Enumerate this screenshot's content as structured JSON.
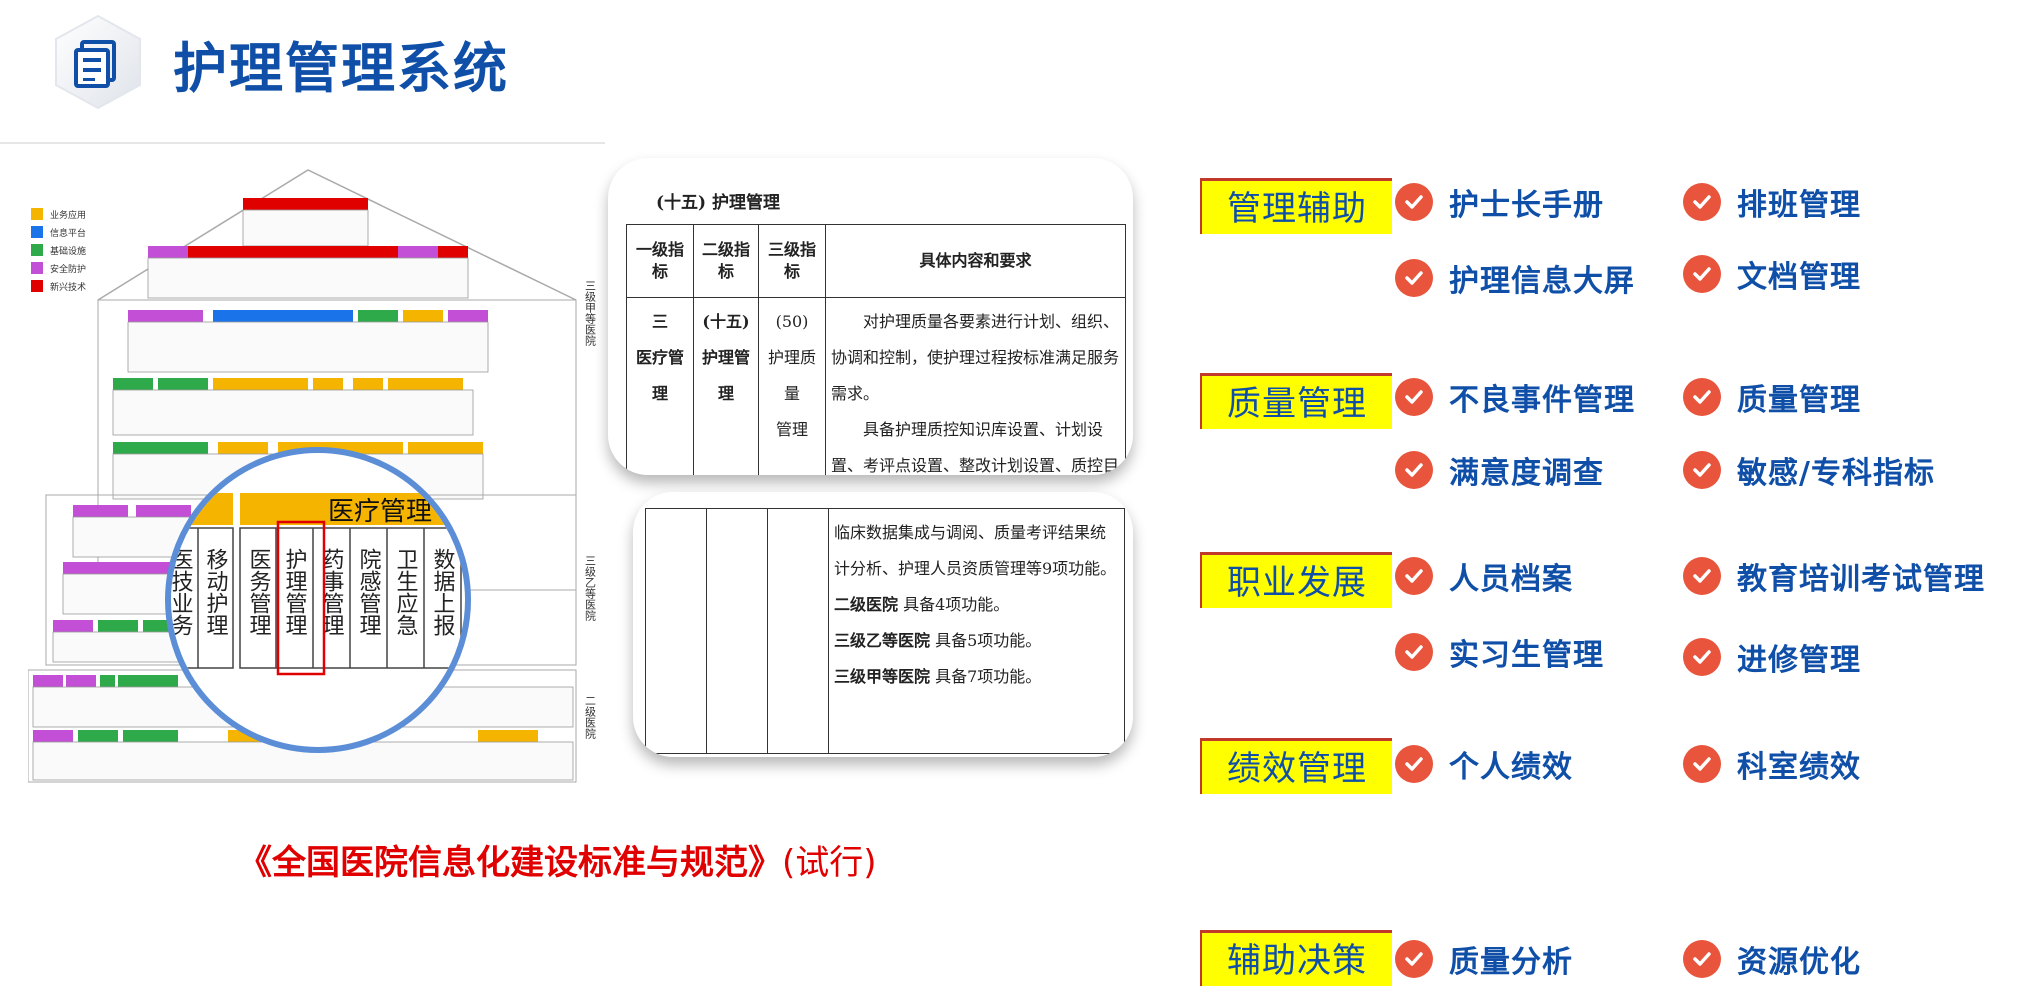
{
  "header": {
    "title": "护理管理系统"
  },
  "figure": {
    "caption_main": "《全国医院信息化建设标准与规范》",
    "caption_sub": "(试行)",
    "legend": [
      "业务应用",
      "信息平台",
      "基础设施",
      "安全防护",
      "新兴技术"
    ],
    "legend_colors": [
      "#f4b400",
      "#1a73e8",
      "#2eaa4a",
      "#c24fd6",
      "#e00000"
    ],
    "side_labels": [
      "三级甲等医院",
      "三级乙等医院",
      "二级医院"
    ],
    "zoom_title": "医疗管理",
    "zoom_columns": [
      "医技业务",
      "移动护理",
      "医务管理",
      "护理管理",
      "药事管理",
      "院感管理",
      "卫生应急",
      "数据上报"
    ]
  },
  "table1": {
    "title": "(十五) 护理管理",
    "headers": [
      "一级指标",
      "二级指标",
      "三级指标",
      "具体内容和要求"
    ],
    "row": {
      "level1": "三\n医疗管理",
      "level2": "(十五)\n护理管理",
      "level3": "(50)\n护理质量\n管理",
      "p1": "对护理质量各要素进行计划、组织、协调和控制，使护理过程按标准满足服务需求。",
      "p2": "具备护理质控知识库设置、计划设置、考评点设置、整改计划设置、质控目标任务分解、质控监控规则设置、"
    }
  },
  "table2": {
    "p1": "临床数据集成与调阅、质量考评结果统计分析、护理人员资质管理等9项功能。",
    "l1_label": "二级医院",
    "l1_text": "具备4项功能。",
    "l2_label": "三级乙等医院",
    "l2_text": "具备5项功能。",
    "l3_label": "三级甲等医院",
    "l3_text": "具备7项功能。"
  },
  "categories": [
    {
      "name": "管理辅助",
      "items": [
        "护士长手册",
        "排班管理",
        "护理信息大屏",
        "文档管理"
      ]
    },
    {
      "name": "质量管理",
      "items": [
        "不良事件管理",
        "质量管理",
        "满意度调查",
        "敏感/专科指标"
      ]
    },
    {
      "name": "职业发展",
      "items": [
        "人员档案",
        "教育培训考试管理",
        "实习生管理",
        "进修管理"
      ]
    },
    {
      "name": "绩效管理",
      "items": [
        "个人绩效",
        "科室绩效"
      ]
    },
    {
      "name": "辅助决策",
      "items": [
        "质量分析",
        "资源优化"
      ]
    }
  ],
  "colors": {
    "title_blue": "#0f4fa8",
    "check_red": "#e8543c",
    "highlight_yellow": "#ffff00",
    "caption_red": "#e00000"
  }
}
